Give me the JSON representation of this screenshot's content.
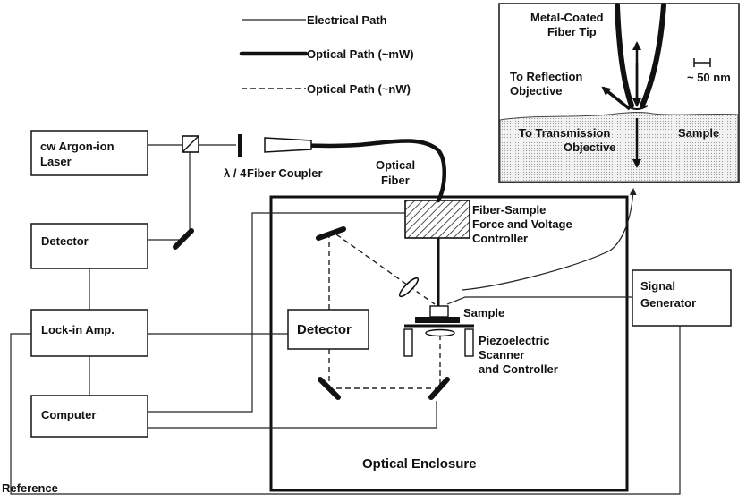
{
  "legend": {
    "electrical": "Electrical Path",
    "optical_mw": "Optical Path (~mW)",
    "optical_nw": "Optical Path (~nW)"
  },
  "components": {
    "laser_line1": "cw Argon-ion",
    "laser_line2": "Laser",
    "detector_left": "Detector",
    "lockin": "Lock-in Amp.",
    "computer": "Computer",
    "detector_center": "Detector",
    "signal_gen_line1": "Signal",
    "signal_gen_line2": "Generator",
    "waveplate": "λ / 4",
    "fiber_coupler": "Fiber Coupler",
    "optical_fiber_line1": "Optical",
    "optical_fiber_line2": "Fiber",
    "controller_line1": "Fiber-Sample",
    "controller_line2": "Force and Voltage",
    "controller_line3": "Controller",
    "sample": "Sample",
    "piezo_line1": "Piezoelectric",
    "piezo_line2": "Scanner",
    "piezo_line3": "and Controller",
    "enclosure": "Optical Enclosure",
    "reference": "Reference"
  },
  "inset": {
    "tip_line1": "Metal-Coated",
    "tip_line2": "Fiber Tip",
    "reflection_line1": "To Reflection",
    "reflection_line2": "Objective",
    "scale": "~ 50 nm",
    "transmission_line1": "To Transmission",
    "transmission_line2": "Objective",
    "sample": "Sample"
  }
}
